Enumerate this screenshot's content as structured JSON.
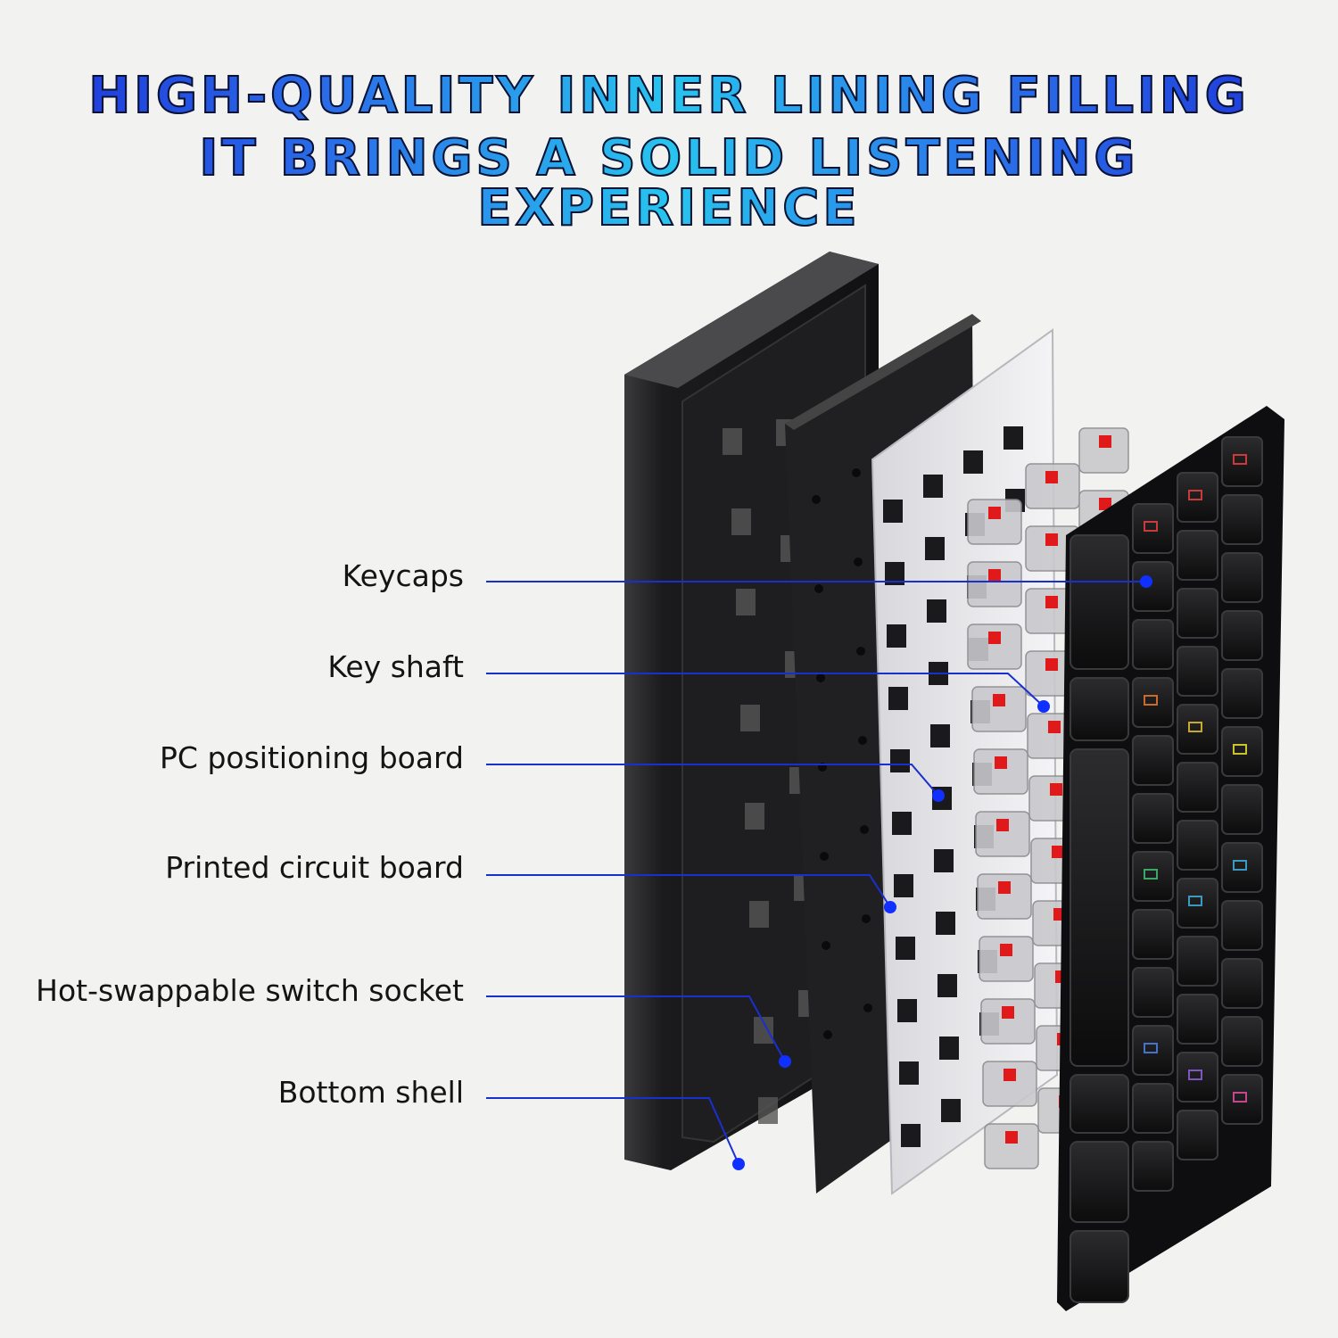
{
  "header": {
    "line1": "HIGH-QUALITY INNER LINING FILLING",
    "line2": "IT BRINGS A SOLID LISTENING EXPERIENCE"
  },
  "callouts": [
    {
      "id": "keycaps",
      "label": "Keycaps"
    },
    {
      "id": "key-shaft",
      "label": "Key shaft"
    },
    {
      "id": "pc-board",
      "label": "PC positioning board"
    },
    {
      "id": "pcb",
      "label": "Printed circuit board"
    },
    {
      "id": "socket",
      "label": "Hot-swappable switch socket"
    },
    {
      "id": "bottom-shell",
      "label": "Bottom shell"
    }
  ],
  "colors": {
    "headline_blue": "#1c2fd8",
    "headline_cyan": "#28c4ee",
    "callout_line": "#1a2fd0",
    "callout_dot": "#1030ff",
    "switch_stem": "#e01a1a"
  }
}
